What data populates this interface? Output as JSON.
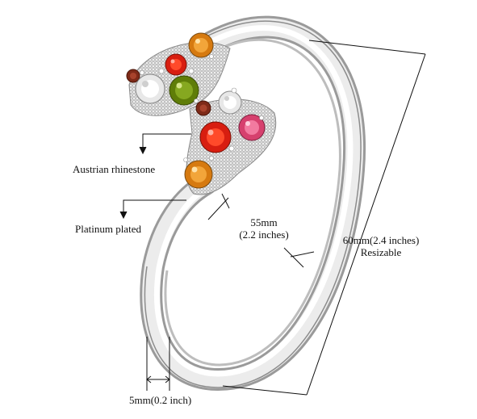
{
  "labels": {
    "rhinestone": "Austrian rhinestone",
    "plating": "Platinum plated",
    "inner_size_mm": "55mm",
    "inner_size_in": "(2.2 inches)",
    "outer_size": "60mm(2.4 inches)",
    "resizable": "Resizable",
    "band_width": "5mm(0.2 inch)"
  },
  "colors": {
    "background": "#ffffff",
    "metal_light": "#f2f2f2",
    "metal_mid": "#c8c8c8",
    "metal_dark": "#8f8f8f",
    "line": "#111111",
    "gem_orange": "#e8901e",
    "gem_red": "#e62914",
    "gem_green": "#6f8f10",
    "gem_pink": "#e25b86",
    "gem_clear": "#ececec",
    "gem_brown": "#8a2e1c"
  }
}
